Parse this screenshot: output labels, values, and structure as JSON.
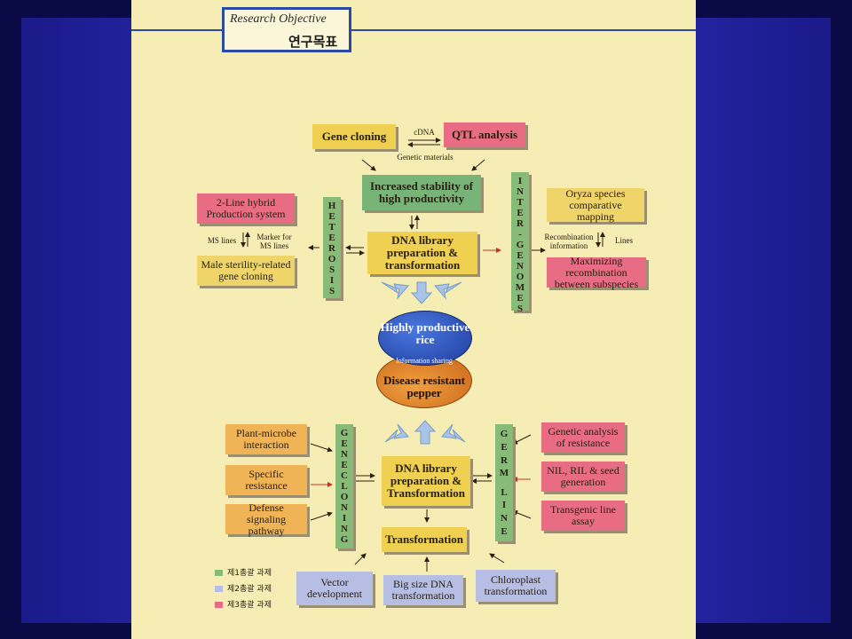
{
  "header": {
    "title_en": "Research Objective",
    "title_ko": "연구목표"
  },
  "top": {
    "gene_cloning": "Gene cloning",
    "cdna": "cDNA",
    "qtl": "QTL analysis",
    "genetic_materials": "Genetic materials",
    "increased_stability": "Increased stability of high productivity",
    "dna_library": "DNA library preparation & transformation",
    "heterosis": [
      "H",
      "E",
      "T",
      "E",
      "R",
      "O",
      "S",
      "I",
      "S"
    ],
    "inter_genomes": [
      "I",
      "N",
      "T",
      "E",
      "R",
      "-",
      "G",
      "E",
      "N",
      "O",
      "M",
      "E",
      "S"
    ],
    "two_line": "2-Line hybrid Production system",
    "ms_lines": "MS lines",
    "marker_for_ms": "Marker for MS lines",
    "male_sterility": "Male sterility-related gene cloning",
    "oryza": "Oryza species comparative mapping",
    "recombination_info": "Recombination information",
    "lines": "Lines",
    "maximizing": "Maximizing recombination between subspecies"
  },
  "center": {
    "rice": "Highly productive rice",
    "information_sharing": "Information sharing",
    "pepper": "Disease resistant pepper"
  },
  "bottom": {
    "plant_microbe": "Plant-microbe interaction",
    "specific_resistance": "Specific resistance",
    "defense_signaling": "Defense signaling pathway",
    "gene_cloning_bar": [
      "G",
      "E",
      "N",
      "E",
      "",
      "C",
      "L",
      "O",
      "N",
      "I",
      "N",
      "G"
    ],
    "dna_library": "DNA library preparation & Transformation",
    "transformation": "Transformation",
    "germ_line": [
      "G",
      "E",
      "R",
      "M",
      "",
      "L",
      "I",
      "N",
      "E"
    ],
    "genetic_analysis": "Genetic analysis of resistance",
    "nil_ril": "NIL, RIL & seed generation",
    "transgenic": "Transgenic line assay",
    "vector": "Vector development",
    "big_size": "Big size DNA transformation",
    "chloroplast": "Chloroplast transformation"
  },
  "legend": [
    {
      "label": "제1총괄 과제",
      "color": "#86bc78"
    },
    {
      "label": "제2총괄 과제",
      "color": "#b6bee4"
    },
    {
      "label": "제3총괄 과제",
      "color": "#e86c84"
    }
  ],
  "colors": {
    "background": "#0a0a46",
    "slide": "#f5edb4",
    "title_border": "#2b4aa6"
  }
}
